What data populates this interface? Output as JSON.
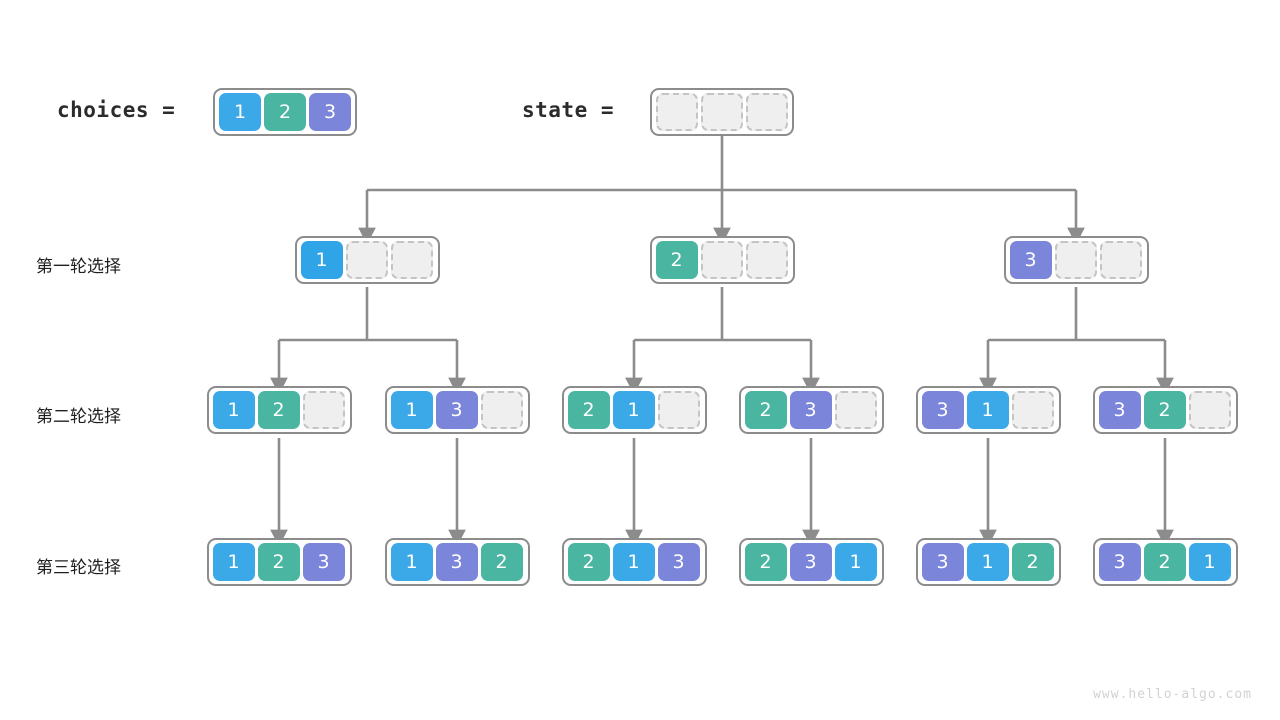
{
  "header": {
    "choices_label": "choices =",
    "state_label": "state ="
  },
  "colors": {
    "value_1": "#3ba9e8",
    "value_1_strong": "#2fa4e7",
    "value_2": "#4ab5a1",
    "value_3": "#7b85d9",
    "empty_cell": "#efefef",
    "empty_border": "#c4c4c4",
    "box_border": "#8c8c8c",
    "edge": "#8c8c8c",
    "text": "#1f1f1f",
    "watermark": "#d2d2d2"
  },
  "choices": {
    "values": [
      "1",
      "2",
      "3"
    ]
  },
  "state": {
    "cells": [
      "",
      "",
      ""
    ]
  },
  "rows": [
    {
      "label": "第一轮选择",
      "nodes": [
        {
          "cells": [
            "1",
            "",
            ""
          ]
        },
        {
          "cells": [
            "2",
            "",
            ""
          ]
        },
        {
          "cells": [
            "3",
            "",
            ""
          ]
        }
      ]
    },
    {
      "label": "第二轮选择",
      "nodes": [
        {
          "cells": [
            "1",
            "2",
            ""
          ]
        },
        {
          "cells": [
            "1",
            "3",
            ""
          ]
        },
        {
          "cells": [
            "2",
            "1",
            ""
          ]
        },
        {
          "cells": [
            "2",
            "3",
            ""
          ]
        },
        {
          "cells": [
            "3",
            "1",
            ""
          ]
        },
        {
          "cells": [
            "3",
            "2",
            ""
          ]
        }
      ]
    },
    {
      "label": "第三轮选择",
      "nodes": [
        {
          "cells": [
            "1",
            "2",
            "3"
          ]
        },
        {
          "cells": [
            "1",
            "3",
            "2"
          ]
        },
        {
          "cells": [
            "2",
            "1",
            "3"
          ]
        },
        {
          "cells": [
            "2",
            "3",
            "1"
          ]
        },
        {
          "cells": [
            "3",
            "1",
            "2"
          ]
        },
        {
          "cells": [
            "3",
            "2",
            "1"
          ]
        }
      ]
    }
  ],
  "watermark": "www.hello-algo.com"
}
